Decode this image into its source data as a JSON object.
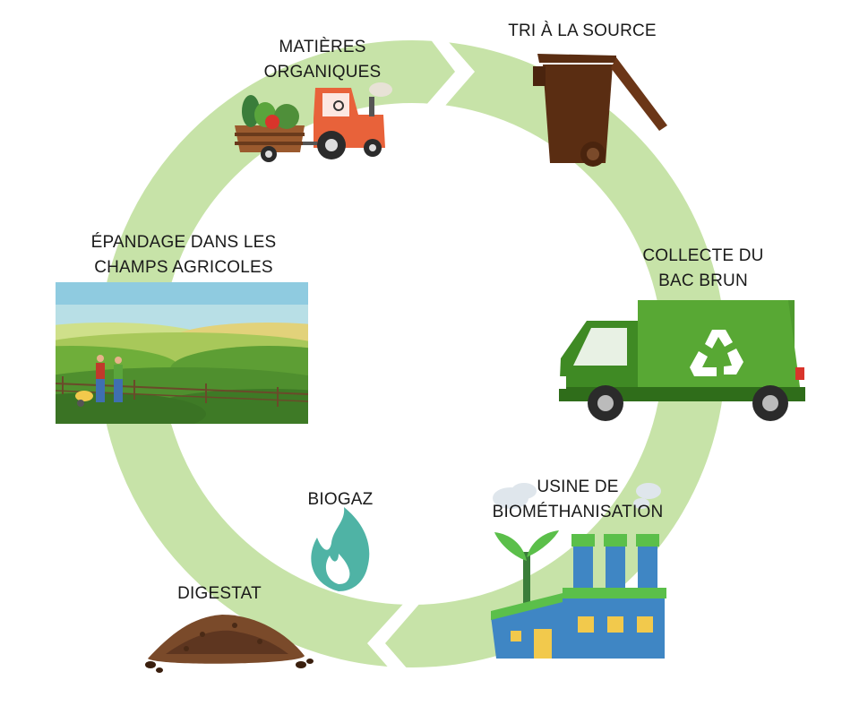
{
  "colors": {
    "cycle_ring": "#c7e3a8",
    "bin_brown": "#5a2d12",
    "truck_green": "#4e9a2e",
    "flame_teal": "#4fb3a5",
    "factory_blue": "#3f86c4",
    "factory_green": "#5bbf4a",
    "soil_brown": "#7a4a2a",
    "tractor_orange": "#e8623a"
  },
  "steps": [
    {
      "id": "matieres",
      "line1": "MATIÈRES",
      "line2": "ORGANIQUES",
      "icon": "tractor-icon"
    },
    {
      "id": "tri",
      "line1": "TRI À LA SOURCE",
      "line2": "",
      "icon": "brown-bin-icon"
    },
    {
      "id": "collecte",
      "line1": "COLLECTE DU",
      "line2": "BAC BRUN",
      "icon": "garbage-truck-icon"
    },
    {
      "id": "usine",
      "line1": "USINE DE",
      "line2": "BIOMÉTHANISATION",
      "icon": "factory-icon"
    },
    {
      "id": "digestat",
      "line1": "DIGESTAT",
      "line2": "",
      "icon": "soil-pile-icon"
    },
    {
      "id": "biogaz",
      "line1": "BIOGAZ",
      "line2": "",
      "icon": "flame-icon"
    },
    {
      "id": "epandage",
      "line1": "ÉPANDAGE DANS LES",
      "line2": "CHAMPS AGRICOLES",
      "icon": "farm-landscape-icon"
    }
  ]
}
